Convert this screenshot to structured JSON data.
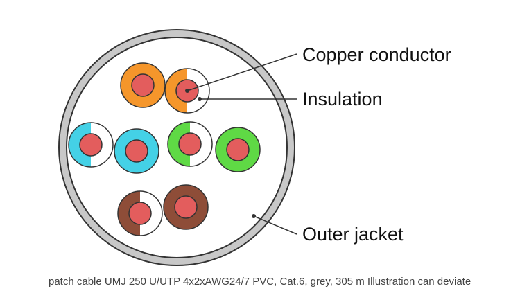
{
  "diagram": {
    "labels": {
      "copper_conductor": "Copper conductor",
      "insulation": "Insulation",
      "outer_jacket": "Outer jacket"
    },
    "colors": {
      "outer_jacket": "#c8c8c8",
      "jacket_fill": "#ffffff",
      "outline": "#333333",
      "conductor": "#e35d5d",
      "orange": "#f5962b",
      "blue": "#44d1e6",
      "green": "#5fd945",
      "brown": "#8e4d38",
      "stripe_white": "#ffffff"
    },
    "pairs": [
      {
        "name": "orange-pair",
        "color": "orange"
      },
      {
        "name": "blue-pair",
        "color": "blue"
      },
      {
        "name": "green-pair",
        "color": "green"
      },
      {
        "name": "brown-pair",
        "color": "brown"
      }
    ]
  },
  "caption": {
    "text": "patch cable UMJ 250 U/UTP 4x2xAWG24/7 PVC, Cat.6, grey, 305 m Illustration can deviate"
  }
}
